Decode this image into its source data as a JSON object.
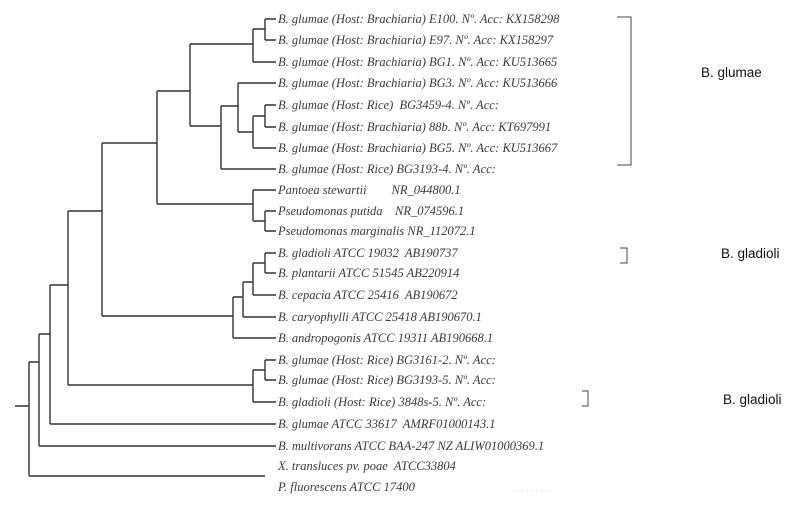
{
  "leaves": [
    "B. glumae (Host: Brachiaria) E100. Nº. Acc: KX158298",
    "B. glumae (Host: Brachiaria) E97. Nº. Acc: KX158297",
    "B. glumae (Host: Brachiaria) BG1. Nº. Acc: KU513665",
    "B. glumae (Host: Brachiaria) BG3. Nº. Acc: KU513666",
    "B. glumae (Host: Rice)  BG3459-4. Nº. Acc:",
    "B. glumae (Host: Brachiaria) 88b. Nº. Acc: KT697991",
    "B. glumae (Host: Brachiaria) BG5. Nº. Acc: KU513667",
    "B. glumae (Host: Rice) BG3193-4. Nº. Acc:",
    "Pantoea stewartii        NR_044800.1",
    "Pseudomonas putida    NR_074596.1",
    "Pseudomonas marginalis NR_112072.1",
    "B. gladioli ATCC 19032  AB190737",
    "B. plantarii ATCC 51545 AB220914",
    "B. cepacia ATCC 25416  AB190672",
    "B. caryophylli ATCC 25418 AB190670.1",
    "B. andropogonis ATCC 19311 AB190668.1",
    "B. glumae (Host: Rice) BG3161-2. Nº. Acc:",
    "B. glumae (Host: Rice) BG3193-5. Nº. Acc:",
    "B. gladioli (Host: Rice) 3848s-5. Nº. Acc:",
    "B. glumae ATCC 33617  AMRF01000143.1",
    "B. multivorans ATCC BAA-247 NZ ALIW01000369.1",
    "X. transluces pv. poae  ATCC33804",
    "P. fluorescens ATCC 17400"
  ],
  "clades": {
    "glumae": "B. glumae",
    "gladioli_1": "B. gladioli",
    "gladioli_2": "B. gladioli"
  }
}
